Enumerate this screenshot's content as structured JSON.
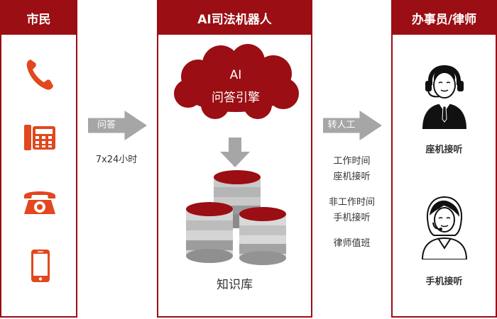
{
  "citizen": {
    "title": "市民"
  },
  "arrow1": {
    "label": "问答",
    "caption": "7x24小时"
  },
  "robot": {
    "title": "AI司法机器人",
    "cloud_line1": "AI",
    "cloud_line2": "问答引擎",
    "kb_label": "知识库"
  },
  "arrow2": {
    "label": "转人工",
    "note1_line1": "工作时间",
    "note1_line2": "座机接听",
    "note2_line1": "非工作时间",
    "note2_line2": "手机接听",
    "note3": "律师值班"
  },
  "staff": {
    "title": "办事员/律师",
    "agent1_label": "座机接听",
    "agent2_label": "手机接听"
  },
  "colors": {
    "brand": "#9b0e13",
    "icon_orange": "#e2471e",
    "arrow_gray": "#a6a6a6"
  }
}
